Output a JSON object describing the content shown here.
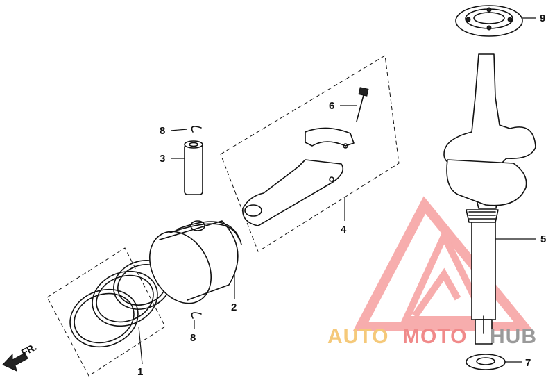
{
  "callouts": {
    "c1": "1",
    "c2": "2",
    "c3": "3",
    "c4": "4",
    "c5": "5",
    "c6": "6",
    "c7": "7",
    "c8a": "8",
    "c8b": "8",
    "c9": "9"
  },
  "direction": {
    "label": "FR."
  },
  "watermark": {
    "word_a": "AUTO",
    "word_b": "MOTO",
    "word_c": "HUB",
    "color_a": "#f5c97a",
    "color_b": "#f08a8a",
    "color_c": "#9a9a9a",
    "triangle_color": "#f26b6b"
  }
}
